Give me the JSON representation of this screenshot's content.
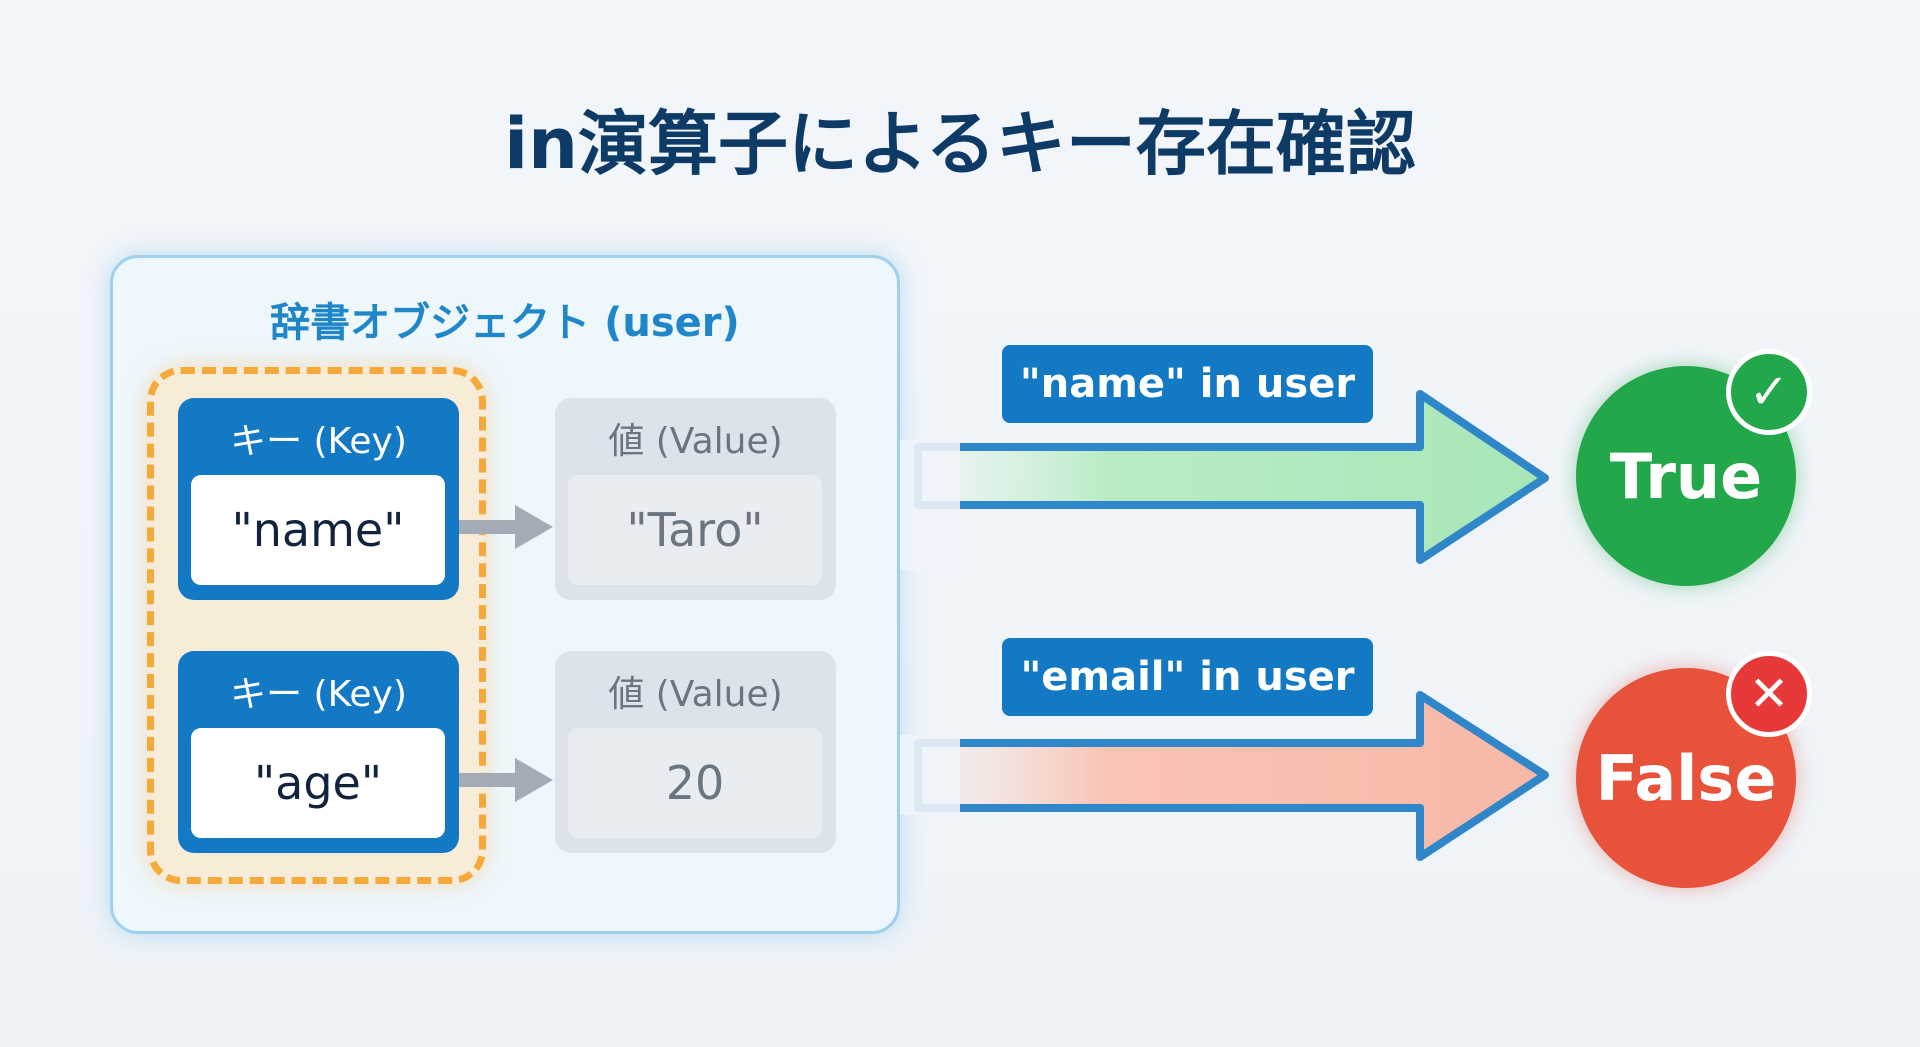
{
  "title": "in演算子によるキー存在確認",
  "dict": {
    "title": "辞書オブジェクト (user)",
    "entries": [
      {
        "key_label": "キー (Key)",
        "key": "\"name\"",
        "value_label": "値 (Value)",
        "value": "\"Taro\""
      },
      {
        "key_label": "キー (Key)",
        "key": "\"age\"",
        "value_label": "値 (Value)",
        "value": "20"
      }
    ]
  },
  "checks": [
    {
      "expression": "\"name\" in user",
      "result": "True",
      "badge_icon": "check-icon",
      "color": "#22a84a"
    },
    {
      "expression": "\"email\" in user",
      "result": "False",
      "badge_icon": "x-icon",
      "color": "#e8513a"
    }
  ]
}
